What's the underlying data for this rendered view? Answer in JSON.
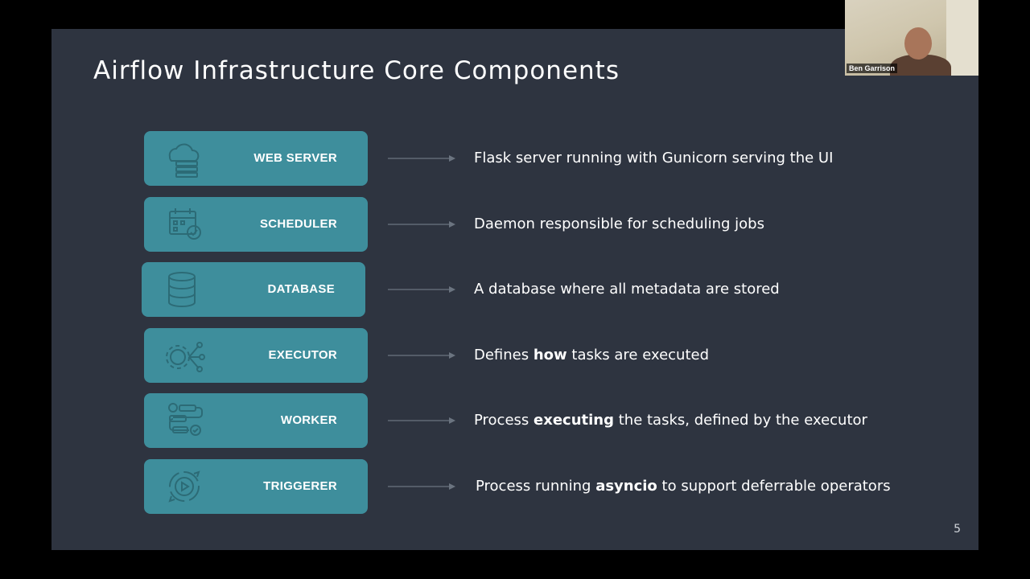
{
  "slide": {
    "title": "Airflow Infrastructure Core Components",
    "page_number": "5",
    "components": [
      {
        "label": "WEB SERVER",
        "icon": "cloud-server-icon",
        "desc": [
          {
            "text": "Flask server running with Gunicorn serving the UI",
            "bold": false
          }
        ]
      },
      {
        "label": "SCHEDULER",
        "icon": "calendar-check-icon",
        "desc": [
          {
            "text": "Daemon responsible for scheduling jobs",
            "bold": false
          }
        ]
      },
      {
        "label": "DATABASE",
        "icon": "database-icon",
        "desc": [
          {
            "text": "A database where all metadata are stored",
            "bold": false
          }
        ]
      },
      {
        "label": "EXECUTOR",
        "icon": "gear-network-icon",
        "desc": [
          {
            "text": "Defines ",
            "bold": false
          },
          {
            "text": "how",
            "bold": true
          },
          {
            "text": " tasks are executed",
            "bold": false
          }
        ]
      },
      {
        "label": "WORKER",
        "icon": "workflow-icon",
        "desc": [
          {
            "text": "Process ",
            "bold": false
          },
          {
            "text": "executing",
            "bold": true
          },
          {
            "text": " the tasks, defined by the executor",
            "bold": false
          }
        ]
      },
      {
        "label": "TRIGGERER",
        "icon": "circular-arrows-icon",
        "desc": [
          {
            "text": "Process running ",
            "bold": false
          },
          {
            "text": "asyncio",
            "bold": true
          },
          {
            "text": " to support deferrable operators",
            "bold": false
          }
        ]
      }
    ]
  },
  "video": {
    "participant_name": "Ben Garrison"
  },
  "colors": {
    "background": "#000000",
    "slide_background": "#2e3440",
    "component_box": "#3e8e9c",
    "text": "#ffffff",
    "arrow": "#6b7480"
  }
}
